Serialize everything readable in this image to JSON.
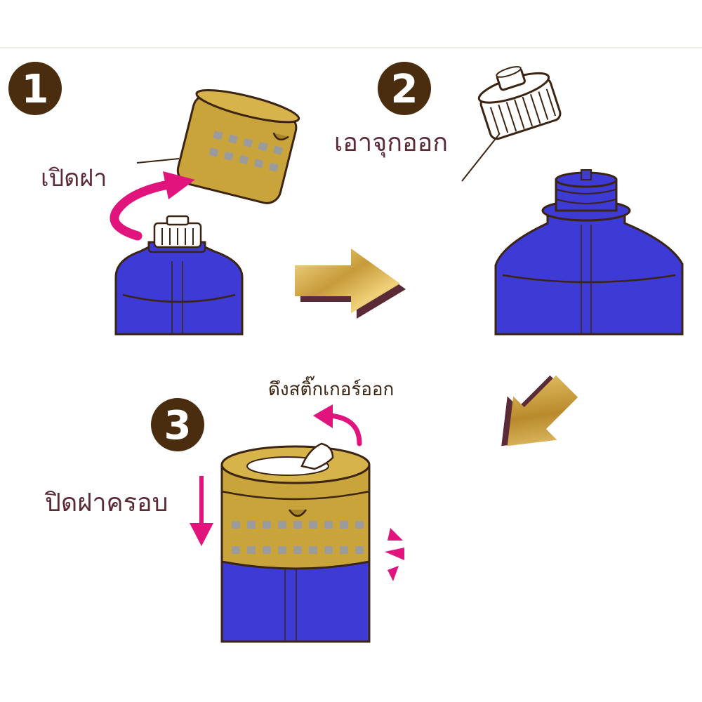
{
  "steps": [
    {
      "number": "1",
      "label": "เปิดฝา"
    },
    {
      "number": "2",
      "label": "เอาจุกออก"
    },
    {
      "number": "3",
      "label": "ปิดฝาครอบ",
      "sub_label": "ดึงสติ๊กเกอร์ออก"
    }
  ],
  "colors": {
    "badge": "#4a2c0f",
    "label_text": "#5a2a36",
    "bottle_blue": "#3d3ad6",
    "outline": "#3b2412",
    "cap_gold": "#c9a43a",
    "cap_gold_dark": "#a8842a",
    "dots": "#9b9b9b",
    "accent_pink": "#e0147c",
    "arrow_gold_light": "#f6dc8c",
    "arrow_gold_dark": "#b98a2c"
  },
  "icons": [
    "open-cap-arrow-icon",
    "next-step-arrow-icon",
    "press-down-arrow-icon",
    "peel-arrow-icon",
    "click-burst-icon"
  ]
}
